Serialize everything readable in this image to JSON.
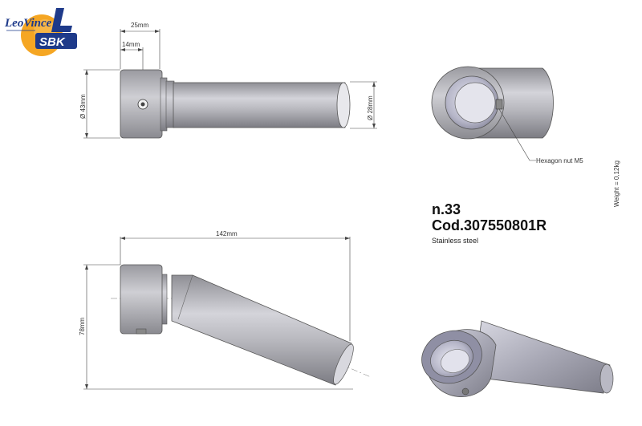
{
  "brand": {
    "name": "LeoVince",
    "line": "SBK"
  },
  "part": {
    "number": "n.33",
    "code": "Cod.307550801R",
    "material": "Stainless steel",
    "weight": "Weight = 0,12kg"
  },
  "dimensions": {
    "flange_width": "25mm",
    "hole_offset": "14mm",
    "flange_diameter": "Ø 43mm",
    "tube_diameter": "Ø 28mm",
    "overall_length": "142mm",
    "overall_height": "78mm"
  },
  "callouts": {
    "nut": "Hexagon nut M5"
  }
}
